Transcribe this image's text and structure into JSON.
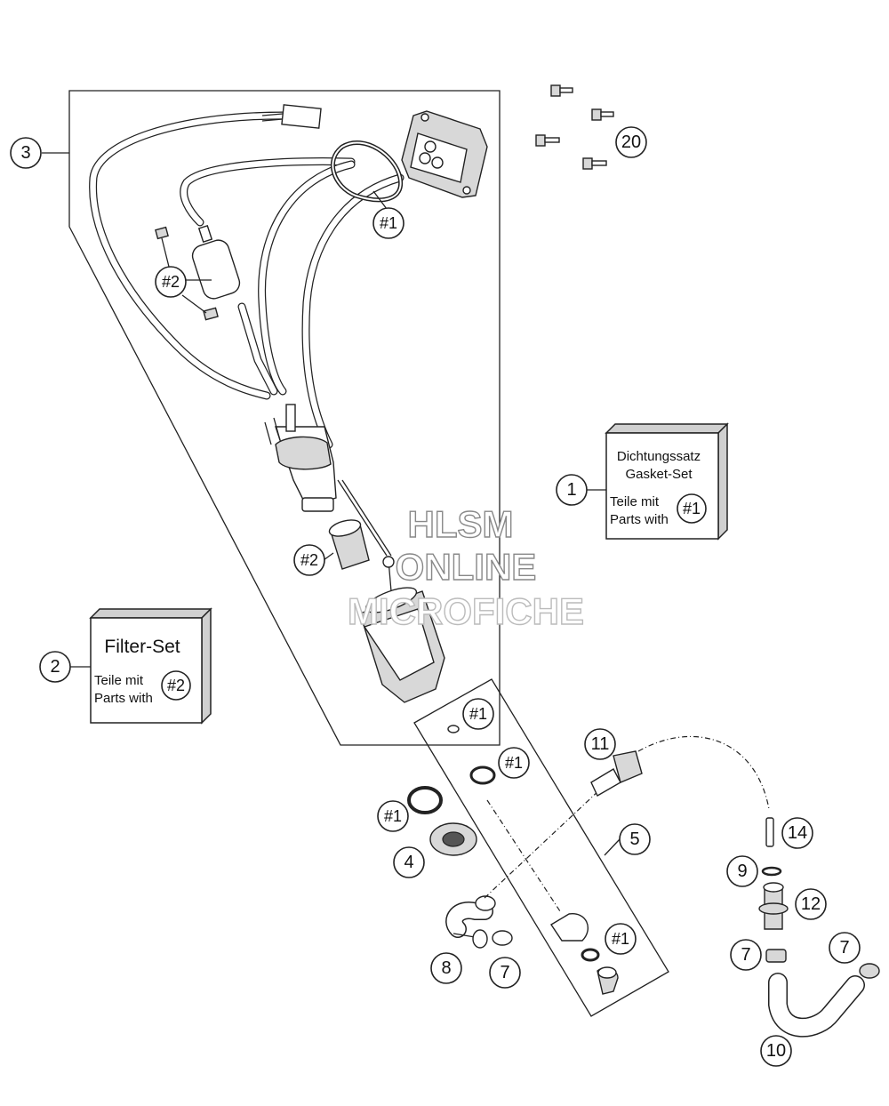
{
  "watermark": {
    "line1": "HLSM",
    "line2": "ONLINE",
    "line3": "MICROFICHE"
  },
  "boxes": {
    "gasket_set": {
      "line1": "Dichtungssatz",
      "line2": "Gasket-Set",
      "line3": "Teile mit",
      "line4": "Parts with",
      "ref": "#1"
    },
    "filter_set": {
      "line1": "Filter-Set",
      "line2": "Teile mit",
      "line3": "Parts with",
      "ref": "#2"
    }
  },
  "callouts": {
    "c3": "3",
    "c20": "20",
    "h1_gasket_top": "#1",
    "h2_filter_left": "#2",
    "c1": "1",
    "h2_mid": "#2",
    "c2": "2",
    "h1_box_a": "#1",
    "h1_box_b": "#1",
    "c11": "11",
    "h1_left": "#1",
    "c5": "5",
    "c14": "14",
    "c4": "4",
    "c9": "9",
    "c12": "12",
    "c8": "8",
    "c7_left": "7",
    "h1_box_c": "#1",
    "c7_mid": "7",
    "c7_right": "7",
    "c10": "10"
  }
}
